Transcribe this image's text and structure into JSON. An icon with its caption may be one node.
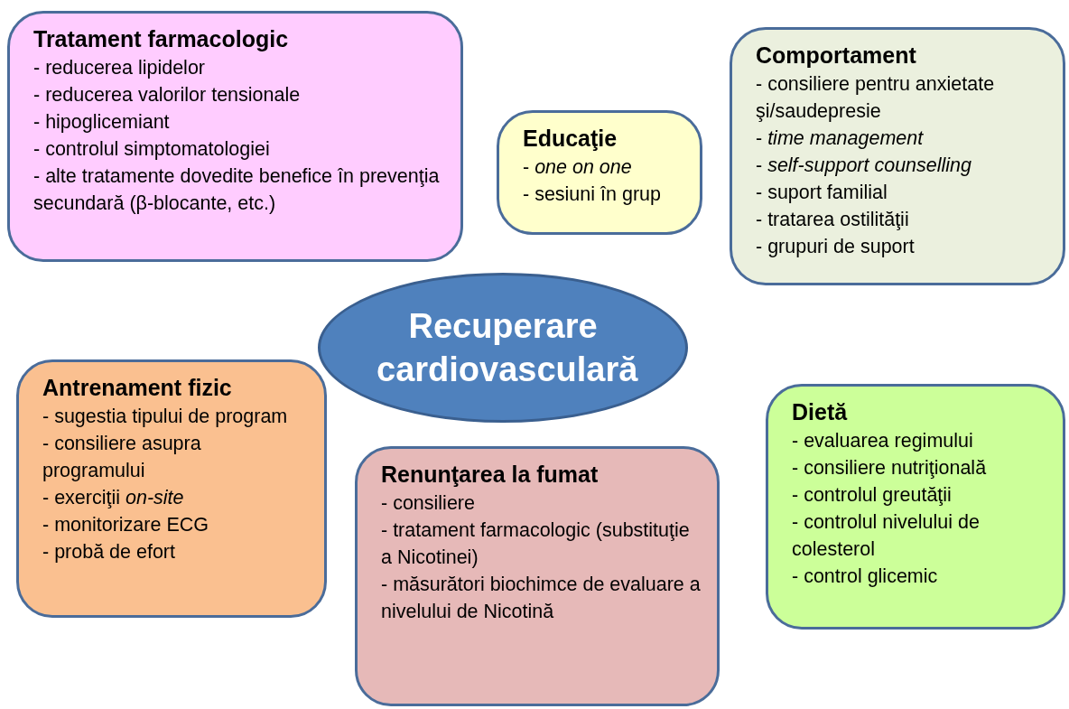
{
  "diagram": {
    "nodes": [
      {
        "text": [
          "Tratament farmacologic",
          "- reducerea lipidelor",
          "- reducerea valorilor tensionale",
          "- hipoglicemiant",
          "- controlul simptomatologiei",
          "- alte tratamente dovedite benefice în prevenţia secundară (β-blocante, etc.)"
        ]
      },
      {
        "text": [
          "Educaţie",
          "- *one on one*",
          "- sesiuni în grup"
        ]
      },
      {
        "text": [
          "Comportament",
          "- consiliere pentru anxietate şi/saudepresie",
          "- *time management*",
          "- *self-support counselling*",
          "- suport familial",
          "- tratarea ostilităţii",
          "- grupuri de suport"
        ]
      },
      {
        "text": [
          "Recuperare cardiovasculară"
        ]
      },
      {
        "text": [
          "Antrenament fizic",
          "- sugestia tipului de program",
          "- consiliere asupra programului",
          "- exerciţii *on-site*",
          "- monitorizare ECG",
          "- probă de efort"
        ]
      },
      {
        "text": [
          "Renunţarea la fumat",
          "- consiliere",
          "- tratament farmacologic (substituţie a Nicotinei)",
          "- măsurători biochimce de evaluare a nivelului de Nicotină"
        ]
      },
      {
        "text": [
          "Dietă",
          "- evaluarea regimului",
          "- consiliere nutriţională",
          "- controlul greutăţii",
          "- controlul nivelului de colesterol",
          "- control glicemic"
        ]
      }
    ]
  }
}
